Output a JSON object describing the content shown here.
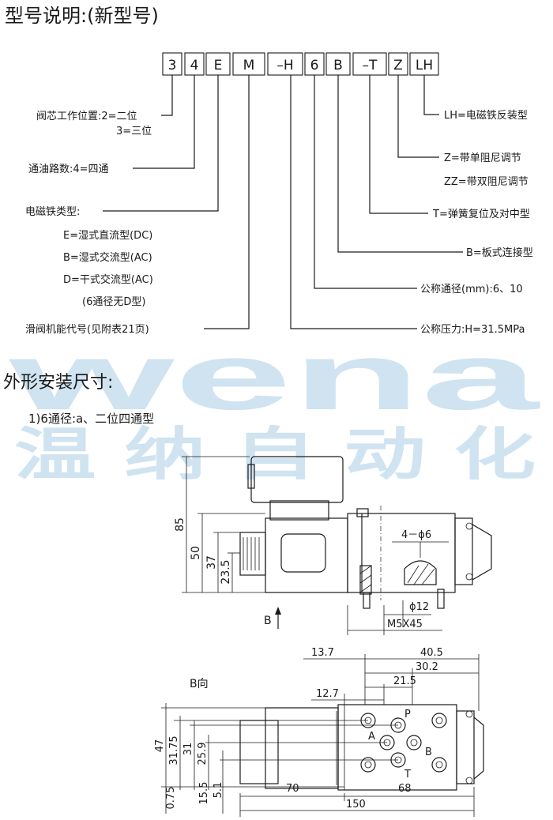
{
  "heading": "型号说明:(新型号)",
  "code_cells": [
    "3",
    "4",
    "E",
    "M",
    "–H",
    "6",
    "B",
    "–T",
    "Z",
    "LH"
  ],
  "left_labels": {
    "positions_1": "阀芯工作位置:2=二位",
    "positions_2": "3=三位",
    "ports": "通油路数:4=四通",
    "solenoid_type": "电磁铁类型:",
    "sol_e": "E=湿式直流型(DC)",
    "sol_b": "B=湿式交流型(AC)",
    "sol_d": "D=干式交流型(AC)",
    "sol_note": "(6通径无D型)",
    "function_code": "滑阀机能代号(见附表21页)"
  },
  "right_labels": {
    "lh": "LH=电磁铁反装型",
    "z": "Z=带单阻尼调节",
    "zz": "ZZ=带双阻尼调节",
    "t": "T=弹簧复位及对中型",
    "b": "B=板式连接型",
    "size": "公称通径(mm):6、10",
    "pressure": "公称压力:H=31.5MPa"
  },
  "section_title": "外形安装尺寸:",
  "subsection_title": "1)6通径:a、二位四通型",
  "watermark": {
    "latin": "wena",
    "chinese": "温 纳 自 动 化"
  },
  "side_view": {
    "dims": [
      "85",
      "50",
      "37",
      "23.5"
    ],
    "holes_label": "4－ϕ6",
    "phi12": "ϕ12",
    "screw": "M5X45",
    "view_arrow": "B"
  },
  "bottom_view": {
    "title": "B向",
    "top_dims": [
      "13.7",
      "40.5",
      "30.2",
      "21.5",
      "12.7"
    ],
    "left_dims": [
      "47",
      "31.75",
      "31",
      "25.9",
      "15.5",
      "5.1",
      "0.75"
    ],
    "bottom_dims": [
      "70",
      "68",
      "150"
    ],
    "ports": [
      "P",
      "A",
      "B",
      "T"
    ]
  },
  "colors": {
    "ink": "#1a1a1a",
    "watermark": "#cfe3f1"
  }
}
